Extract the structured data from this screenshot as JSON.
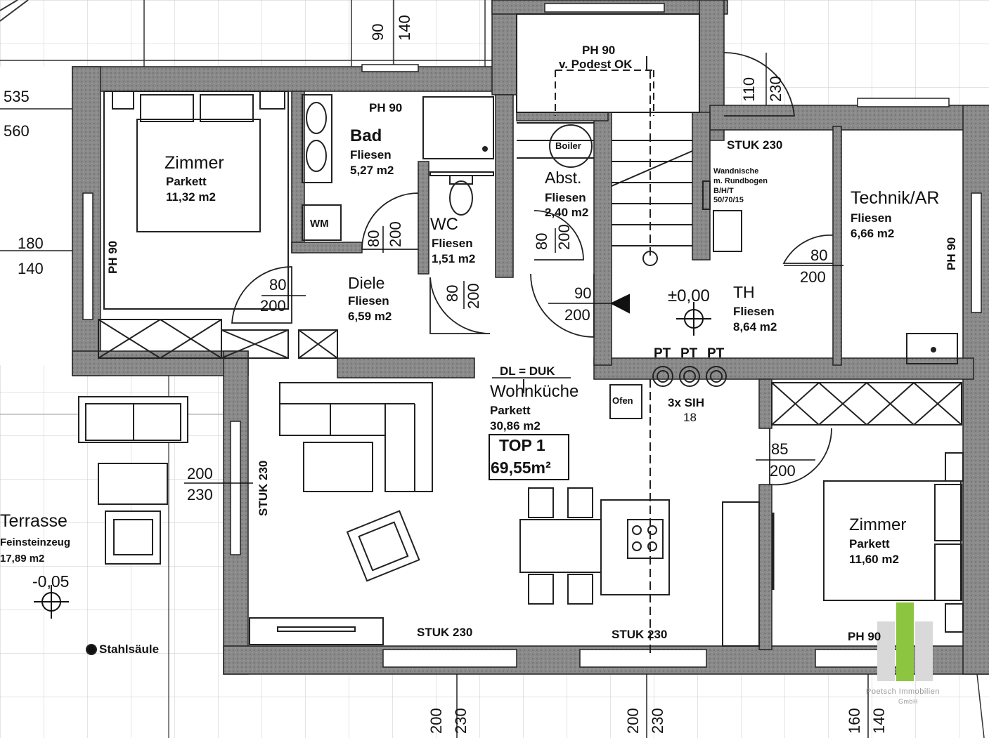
{
  "rooms": {
    "zimmer1": {
      "name": "Zimmer",
      "floor": "Parkett",
      "area": "11,32 m2"
    },
    "bad": {
      "name": "Bad",
      "floor": "Fliesen",
      "area": "5,27 m2",
      "ph": "PH 90"
    },
    "abst": {
      "name": "Abst.",
      "floor": "Fliesen",
      "area": "2,40 m2"
    },
    "wc": {
      "name": "WC",
      "floor": "Fliesen",
      "area": "1,51 m2"
    },
    "diele": {
      "name": "Diele",
      "floor": "Fliesen",
      "area": "6,59 m2"
    },
    "technik": {
      "name": "Technik/AR",
      "floor": "Fliesen",
      "area": "6,66 m2"
    },
    "th": {
      "name": "TH",
      "floor": "Fliesen",
      "area": "8,64 m2"
    },
    "wohnkueche": {
      "name": "Wohnküche",
      "floor": "Parkett",
      "area": "30,86 m2",
      "dl": "DL = DUK"
    },
    "zimmer2": {
      "name": "Zimmer",
      "floor": "Parkett",
      "area": "11,60 m2"
    },
    "terrasse": {
      "name": "Terrasse",
      "floor": "Feinsteinzeug",
      "area": "17,89 m2"
    }
  },
  "top": {
    "label": "TOP 1",
    "area": "69,55m²"
  },
  "labels": {
    "ph90_stairs": "PH 90",
    "podest": "v. Podest OK",
    "boiler": "Boiler",
    "wm": "WM",
    "stuk_th": "STUK 230",
    "nische": [
      "Wandnische",
      "m. Rundbogen",
      "B/H/T",
      "50/70/15"
    ],
    "level_th": "±0,00",
    "level_terrace": "-0,05",
    "pt": [
      "PT",
      "PT",
      "PT"
    ],
    "ofen": "Ofen",
    "sih": "3x SIH",
    "sih_num": "18",
    "stuk_bottom_left": "STUK 230",
    "stuk_bottom_mid": "STUK 230",
    "stuk_left_vertical": "STUK 230",
    "ph90_bottom": "PH 90",
    "ph90_left": "PH 90",
    "ph90_right": "PH 90",
    "stahlsaeule": "Stahlsäule"
  },
  "dimensions": {
    "left_margin": [
      "535",
      "560",
      "180",
      "140"
    ],
    "top": [
      "90",
      "140"
    ],
    "stair_top": [
      "110",
      "230"
    ],
    "door_zimmer1": [
      "80",
      "200"
    ],
    "door_bad": [
      "80",
      "200"
    ],
    "door_wc": [
      "80",
      "200"
    ],
    "door_abst": [
      "80",
      "200"
    ],
    "door_entry": [
      "90",
      "200"
    ],
    "door_technik": [
      "80",
      "200"
    ],
    "door_zimmer2": [
      "85",
      "200"
    ],
    "window_terrace": [
      "200",
      "230"
    ],
    "bottom_1": [
      "200",
      "230"
    ],
    "bottom_2": [
      "200",
      "230"
    ],
    "bottom_3": [
      "160",
      "140"
    ]
  },
  "logo": {
    "text": "Poetsch Immobilien",
    "sub": "GmbH"
  },
  "colors": {
    "wall": "#4a4a4a",
    "wall_fill": "#8c8c8c",
    "logo_green": "#8cc63f",
    "logo_grey": "#d9d9d9"
  }
}
